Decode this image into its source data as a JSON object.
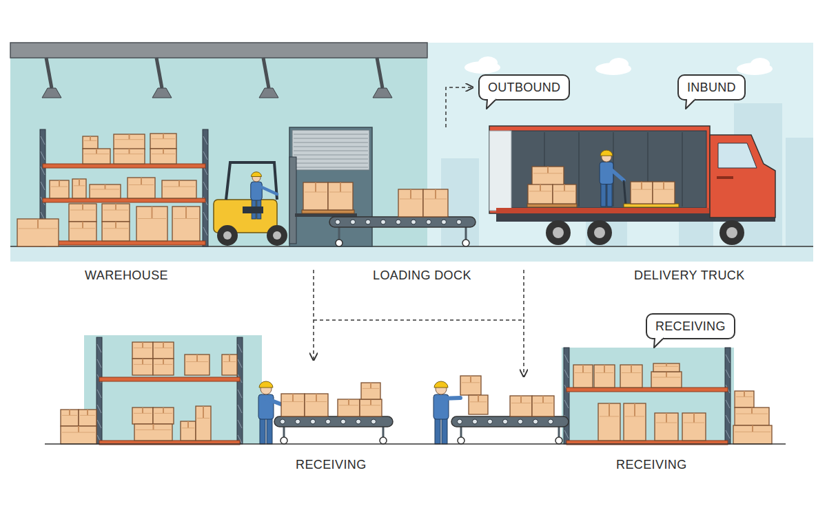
{
  "diagram": {
    "nodes": [
      {
        "text": [
          "OUTBOUND"
        ]
      },
      {
        "text": [
          "INBUND"
        ]
      },
      {
        "text": [
          "RECEIVING"
        ]
      }
    ],
    "labels": [
      "WAREHOUSE",
      "LOADING DOCK",
      "DELIVERY TRUCK",
      "RECEIVING",
      "RECEIVING"
    ]
  }
}
